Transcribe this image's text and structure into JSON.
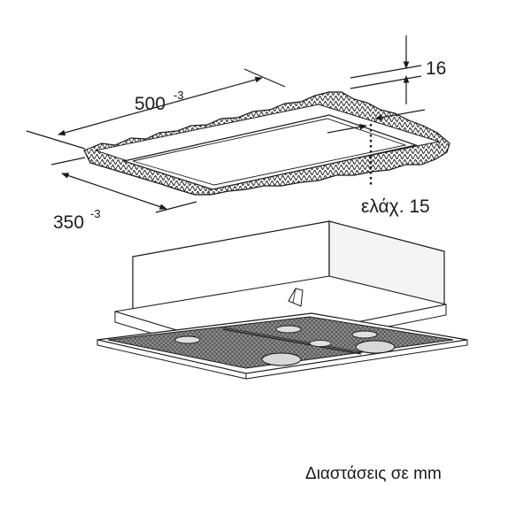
{
  "dimensions": {
    "width": {
      "value": "500",
      "tolerance": "-3"
    },
    "depth": {
      "value": "350",
      "tolerance": "-3"
    },
    "thickness": {
      "value": "16"
    },
    "min_gap": {
      "value": "ελάχ. 15"
    }
  },
  "caption": "Διαστάσεις σε mm",
  "colors": {
    "line": "#1a1a1a",
    "frame_fill": "#ffffff",
    "filter_fill": "#8c8c8c",
    "wall_fill": "#f4f4f4"
  }
}
